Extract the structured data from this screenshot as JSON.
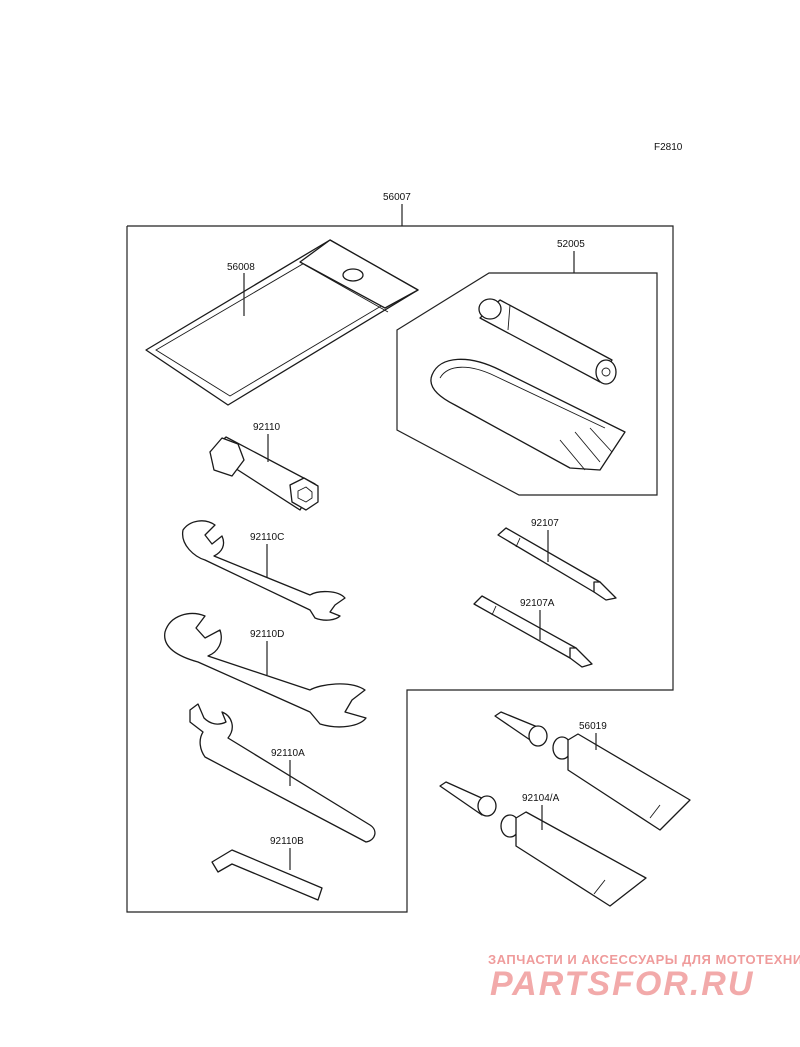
{
  "figure_code": "F2810",
  "parts": {
    "kit": "56007",
    "tool_bag": "56008",
    "tire_repair_kit": "52005",
    "plug_wrench": "92110",
    "wrench_c": "92110C",
    "wrench_d": "92110D",
    "hook_wrench": "92110A",
    "hex_key": "92110B",
    "screwdriver": "92107",
    "screwdriver_a": "92107A",
    "tube_a": "56019",
    "tube_b": "92104/A"
  },
  "watermark": {
    "tagline": "ЗАПЧАСТИ И АКСЕССУАРЫ ДЛЯ МОТОТЕХНИКИ",
    "brand": "PARTSFOR.RU"
  }
}
